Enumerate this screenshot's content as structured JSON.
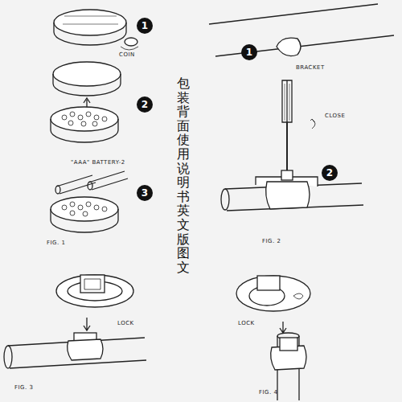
{
  "diagram": {
    "nodes": [
      {
        "text": [
          "1"
        ]
      },
      {
        "text": [
          "2"
        ]
      },
      {
        "text": [
          "3"
        ]
      },
      {
        "text": [
          "1"
        ]
      },
      {
        "text": [
          "2"
        ]
      }
    ],
    "labels": [
      "COIN",
      "\"AAA\" BATTERY-2",
      "FIG. 1",
      "BRACKET",
      "CLOSE",
      "FIG. 2",
      "LOCK",
      "FIG. 3",
      "LOCK",
      "FIG. 4",
      "包装背面使用说明书英文版图文"
    ]
  }
}
